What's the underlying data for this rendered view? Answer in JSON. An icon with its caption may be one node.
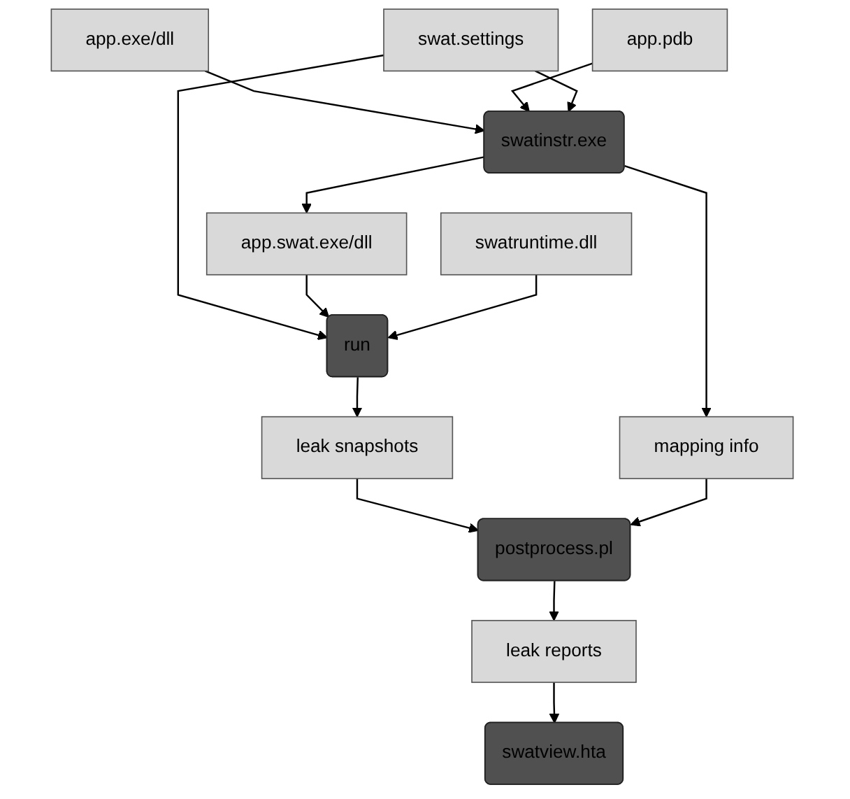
{
  "diagram": {
    "nodes": [
      {
        "text": [
          "app.exe/dll"
        ]
      },
      {
        "text": [
          "app.pdb"
        ]
      },
      {
        "text": [
          "swat.settings"
        ]
      },
      {
        "text": [
          "swatinstr.exe"
        ]
      },
      {
        "text": [
          "app.swat.exe/dll"
        ]
      },
      {
        "text": [
          "mapping info"
        ]
      },
      {
        "text": [
          "swatruntime.dll"
        ]
      },
      {
        "text": [
          "run"
        ]
      },
      {
        "text": [
          "leak snapshots"
        ]
      },
      {
        "text": [
          "postprocess.pl"
        ]
      },
      {
        "text": [
          "leak reports"
        ]
      },
      {
        "text": [
          "swatview.hta"
        ]
      }
    ],
    "edges": [
      {
        "from": 0,
        "to": 3,
        "arrow": "to"
      },
      {
        "from": 1,
        "to": 3,
        "arrow": "to"
      },
      {
        "from": 2,
        "to": 3,
        "arrow": "to"
      },
      {
        "from": 2,
        "to": 7,
        "arrow": "to"
      },
      {
        "from": 3,
        "to": 4,
        "arrow": "to"
      },
      {
        "from": 3,
        "to": 5,
        "arrow": "to"
      },
      {
        "from": 4,
        "to": 7,
        "arrow": "to"
      },
      {
        "from": 6,
        "to": 7,
        "arrow": "to"
      },
      {
        "from": 7,
        "to": 8,
        "arrow": "to"
      },
      {
        "from": 8,
        "to": 9,
        "arrow": "to"
      },
      {
        "from": 5,
        "to": 9,
        "arrow": "to"
      },
      {
        "from": 9,
        "to": 10,
        "arrow": "to"
      },
      {
        "from": 10,
        "to": 11,
        "arrow": "to"
      }
    ]
  }
}
